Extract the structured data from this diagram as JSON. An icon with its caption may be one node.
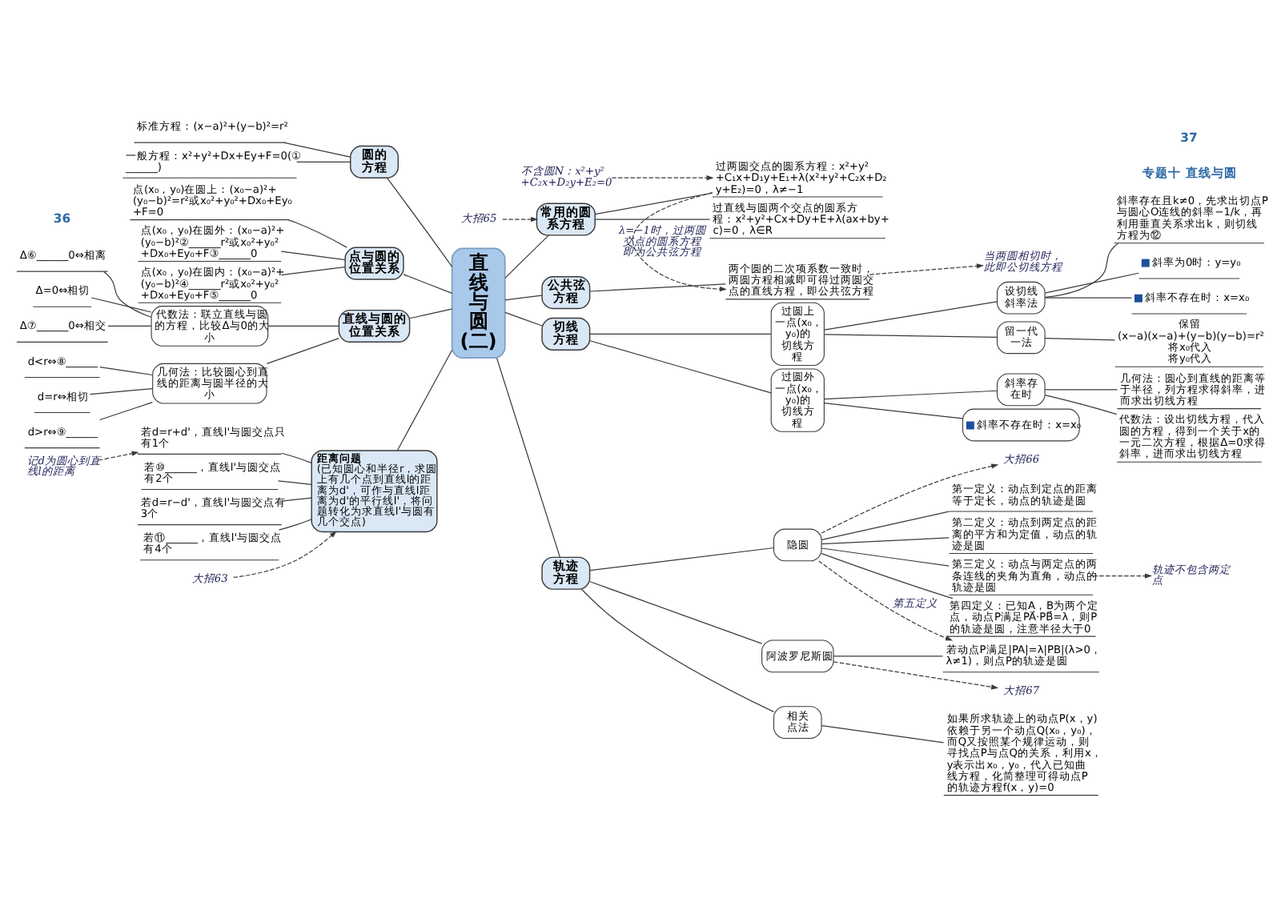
{
  "diagram": {
    "nodes": [
      {
        "text": [
          "直线与圆(二)"
        ]
      },
      {
        "text": [
          "圆的方程"
        ]
      },
      {
        "text": [
          "标准方程：(x−a)²+(y−b)²=r²"
        ]
      },
      {
        "text": [
          "一般方程：x²+y²+Dx+Ey+F=0(①______)"
        ]
      },
      {
        "text": [
          "点与圆的位置关系"
        ]
      },
      {
        "text": [
          "点(x₀，y₀)在圆上：(x₀−a)²+(y₀−b)²=r²或x₀²+y₀²+Dx₀+Ey₀+F=0"
        ]
      },
      {
        "text": [
          "点(x₀，y₀)在圆外：(x₀−a)²+(y₀−b)²②______r²或x₀²+y₀²+Dx₀+Ey₀+F③______0"
        ]
      },
      {
        "text": [
          "点(x₀，y₀)在圆内：(x₀−a)²+(y₀−b)²④______r²或x₀²+y₀²+Dx₀+Ey₀+F⑤______0"
        ]
      },
      {
        "text": [
          "直线与圆的位置关系"
        ]
      },
      {
        "text": [
          "代数法：联立直线与圆的方程，比较Δ与0的大小"
        ]
      },
      {
        "text": [
          "Δ⑥______0⇔相离"
        ]
      },
      {
        "text": [
          "Δ=0⇔相切"
        ]
      },
      {
        "text": [
          "Δ⑦______0⇔相交"
        ]
      },
      {
        "text": [
          "几何法：比较圆心到直线的距离与圆半径的大小"
        ]
      },
      {
        "text": [
          "d<r⇔⑧______"
        ]
      },
      {
        "text": [
          "d=r⇔相切"
        ]
      },
      {
        "text": [
          "d>r⇔⑨______"
        ]
      },
      {
        "text": [
          "距离问题",
          "(已知圆心和半径r，求圆上有几个点到直线l的距离为d'，可作与直线l距离为d'的平行线l'，将问题转化为求直线l'与圆有几个交点)"
        ]
      },
      {
        "text": [
          "记d为圆心到直线l的距离"
        ]
      },
      {
        "text": [
          "若d=r+d'，直线l'与圆交点只有1个"
        ]
      },
      {
        "text": [
          "若⑩______，直线l'与圆交点有2个"
        ]
      },
      {
        "text": [
          "若d=r−d'，直线l'与圆交点有3个"
        ]
      },
      {
        "text": [
          "若⑪______，直线l'与圆交点有4个"
        ]
      },
      {
        "text": [
          "大招63"
        ]
      },
      {
        "text": [
          "大招65"
        ]
      },
      {
        "text": [
          "常用的圆系方程"
        ]
      },
      {
        "text": [
          "不含圆N：x²+y²+C₂x+D₂y+E₂=0"
        ]
      },
      {
        "text": [
          "过两圆交点的圆系方程：x²+y²+C₁x+D₁y+E₁+λ(x²+y²+C₂x+D₂y+E₂)=0，λ≠−1"
        ]
      },
      {
        "text": [
          "过直线与圆两个交点的圆系方程：x²+y²+Cx+Dy+E+λ(ax+by+c)=0，λ∈R"
        ]
      },
      {
        "text": [
          "公共弦方程"
        ]
      },
      {
        "text": [
          "两个圆的二次项系数一致时，两圆方程相减即可得过两圆交点的直线方程，即公共弦方程"
        ]
      },
      {
        "text": [
          "当两圆相切时，此即公切线方程"
        ]
      },
      {
        "text": [
          "切线方程"
        ]
      },
      {
        "text": [
          "过圆上一点(x₀，y₀)的切线方程"
        ]
      },
      {
        "text": [
          "设切线斜率法"
        ]
      },
      {
        "text": [
          "斜率存在且k≠0，先求出切点P与圆心O连线的斜率−1/k，再利用垂直关系求出k，则切线方程为⑫"
        ]
      },
      {
        "text": [
          "斜率为0时：y=y₀"
        ]
      },
      {
        "text": [
          "斜率不存在时：x=x₀"
        ]
      },
      {
        "text": [
          "留一代一法"
        ]
      },
      {
        "text": [
          "保留",
          "(x−a)(x−a)+(y−b)(y−b)=r²",
          "将x₀代入",
          "将y₀代入"
        ]
      },
      {
        "text": [
          "过圆外一点(x₀，y₀)的切线方程"
        ]
      },
      {
        "text": [
          "斜率存在时"
        ]
      },
      {
        "text": [
          "几何法：圆心到直线的距离等于半径，列方程求得斜率，进而求出切线方程"
        ]
      },
      {
        "text": [
          "代数法：设出切线方程，代入圆的方程，得到一个关于x的一元二次方程，根据Δ=0求得斜率，进而求出切线方程"
        ]
      },
      {
        "text": [
          "斜率不存在时：x=x₀"
        ]
      },
      {
        "text": [
          "轨迹方程"
        ]
      },
      {
        "text": [
          "大招66"
        ]
      },
      {
        "text": [
          "隐圆"
        ]
      },
      {
        "text": [
          "轨迹不包含两定点"
        ]
      },
      {
        "text": [
          "第一定义：动点到定点的距离等于定长，动点的轨迹是圆"
        ]
      },
      {
        "text": [
          "第二定义：动点到两定点的距离的平方和为定值，动点的轨迹是圆"
        ]
      },
      {
        "text": [
          "第三定义：动点与两定点的两条连线的夹角为直角，动点的轨迹是圆"
        ]
      },
      {
        "text": [
          "第四定义：已知A，B为两个定点，动点P满足PA⃗·PB⃗=λ，则P的轨迹是圆，注意半径大于0"
        ]
      },
      {
        "text": [
          "阿波罗尼斯圆"
        ]
      },
      {
        "text": [
          "若动点P满足|PA|=λ|PB|(λ>0，λ≠1)，则点P的轨迹是圆"
        ]
      },
      {
        "text": [
          "大招67"
        ]
      },
      {
        "text": [
          "相关点法"
        ]
      },
      {
        "text": [
          "如果所求轨迹上的动点P(x，y)依赖于另一个动点Q(x₀，y₀)，而Q又按照某个规律运动，则寻找点P与点Q的关系，利用x，y表示出x₀，y₀，代入已知曲线方程，化简整理可得动点P的轨迹方程f(x，y)=0"
        ]
      }
    ],
    "edges": [
      {
        "from": 1,
        "to": 0,
        "arrow": "none"
      },
      {
        "from": 2,
        "to": 1,
        "arrow": "none"
      },
      {
        "from": 3,
        "to": 1,
        "arrow": "none"
      },
      {
        "from": 4,
        "to": 0,
        "arrow": "none"
      },
      {
        "from": 5,
        "to": 4,
        "arrow": "none"
      },
      {
        "from": 6,
        "to": 4,
        "arrow": "none"
      },
      {
        "from": 7,
        "to": 4,
        "arrow": "none"
      },
      {
        "from": 8,
        "to": 0,
        "arrow": "none"
      },
      {
        "from": 9,
        "to": 8,
        "arrow": "none"
      },
      {
        "from": 10,
        "to": 9,
        "arrow": "none"
      },
      {
        "from": 11,
        "to": 9,
        "arrow": "none"
      },
      {
        "from": 12,
        "to": 9,
        "arrow": "none"
      },
      {
        "from": 13,
        "to": 8,
        "arrow": "none"
      },
      {
        "from": 14,
        "to": 13,
        "arrow": "none"
      },
      {
        "from": 15,
        "to": 13,
        "arrow": "none"
      },
      {
        "from": 16,
        "to": 13,
        "arrow": "none"
      },
      {
        "from": 17,
        "to": 0,
        "arrow": "none"
      },
      {
        "from": 18,
        "to": 19,
        "arrow": "to",
        "style": "dashed"
      },
      {
        "from": 19,
        "to": 17,
        "arrow": "none"
      },
      {
        "from": 20,
        "to": 17,
        "arrow": "none"
      },
      {
        "from": 21,
        "to": 17,
        "arrow": "none"
      },
      {
        "from": 22,
        "to": 17,
        "arrow": "none"
      },
      {
        "from": 23,
        "to": 17,
        "arrow": "to",
        "style": "dashed"
      },
      {
        "from": 24,
        "to": 25,
        "arrow": "to",
        "style": "dashed"
      },
      {
        "from": 0,
        "to": 25,
        "arrow": "none"
      },
      {
        "from": 26,
        "to": 27,
        "arrow": "to",
        "style": "dashed"
      },
      {
        "from": 25,
        "to": 27,
        "arrow": "none"
      },
      {
        "from": 25,
        "to": 28,
        "arrow": "none"
      },
      {
        "from": 27,
        "to": 30,
        "arrow": "to",
        "style": "dashed",
        "label": "λ=−1时，过两圆交点的圆系方程即为公共弦方程"
      },
      {
        "from": 0,
        "to": 29,
        "arrow": "none"
      },
      {
        "from": 29,
        "to": 30,
        "arrow": "none"
      },
      {
        "from": 30,
        "to": 31,
        "arrow": "to",
        "style": "dashed"
      },
      {
        "from": 0,
        "to": 32,
        "arrow": "none"
      },
      {
        "from": 32,
        "to": 33,
        "arrow": "none"
      },
      {
        "from": 33,
        "to": 34,
        "arrow": "none"
      },
      {
        "from": 34,
        "to": 35,
        "arrow": "none"
      },
      {
        "from": 34,
        "to": 36,
        "arrow": "none"
      },
      {
        "from": 34,
        "to": 37,
        "arrow": "none"
      },
      {
        "from": 33,
        "to": 38,
        "arrow": "none"
      },
      {
        "from": 38,
        "to": 39,
        "arrow": "none"
      },
      {
        "from": 32,
        "to": 40,
        "arrow": "none"
      },
      {
        "from": 40,
        "to": 41,
        "arrow": "none"
      },
      {
        "from": 41,
        "to": 42,
        "arrow": "none"
      },
      {
        "from": 41,
        "to": 43,
        "arrow": "none"
      },
      {
        "from": 40,
        "to": 44,
        "arrow": "none"
      },
      {
        "from": 0,
        "to": 45,
        "arrow": "none"
      },
      {
        "from": 47,
        "to": 46,
        "arrow": "to",
        "style": "dashed"
      },
      {
        "from": 45,
        "to": 47,
        "arrow": "none"
      },
      {
        "from": 47,
        "to": 49,
        "arrow": "none"
      },
      {
        "from": 47,
        "to": 50,
        "arrow": "none"
      },
      {
        "from": 47,
        "to": 51,
        "arrow": "none"
      },
      {
        "from": 51,
        "to": 48,
        "arrow": "to",
        "style": "dashed"
      },
      {
        "from": 47,
        "to": 52,
        "arrow": "none"
      },
      {
        "from": 47,
        "to": 54,
        "arrow": "to",
        "style": "dashed",
        "label": "第五定义"
      },
      {
        "from": 45,
        "to": 53,
        "arrow": "none"
      },
      {
        "from": 53,
        "to": 54,
        "arrow": "none"
      },
      {
        "from": 53,
        "to": 55,
        "arrow": "to",
        "style": "dashed"
      },
      {
        "from": 45,
        "to": 56,
        "arrow": "none"
      },
      {
        "from": 56,
        "to": 57,
        "arrow": "none"
      }
    ],
    "labels": [
      "36",
      "专题十 直线与圆",
      "37"
    ]
  }
}
